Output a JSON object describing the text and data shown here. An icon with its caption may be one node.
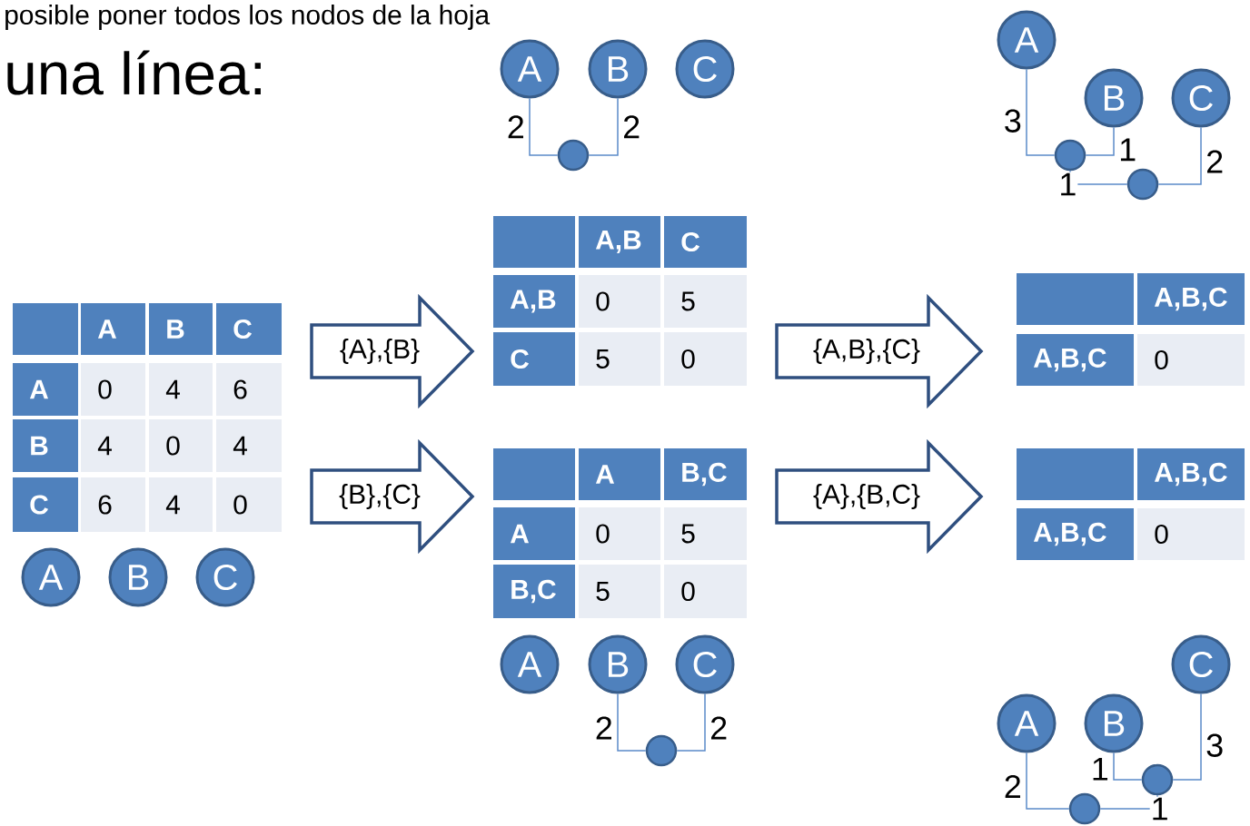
{
  "diagram": {
    "nodes": [
      {
        "text": [
          "A"
        ]
      },
      {
        "text": [
          "B"
        ]
      },
      {
        "text": [
          "C"
        ]
      },
      {
        "text": [],
        "shape": "circle"
      },
      {
        "text": [
          "A"
        ]
      },
      {
        "text": [
          "B"
        ]
      },
      {
        "text": [
          "C"
        ]
      },
      {
        "text": [],
        "shape": "circle"
      },
      {
        "text": [],
        "shape": "circle"
      },
      {
        "text": [
          "A"
        ]
      },
      {
        "text": [
          "B"
        ]
      },
      {
        "text": [
          "C"
        ]
      },
      {
        "text": [
          "{A},{B}"
        ]
      },
      {
        "text": [
          "{B},{C}"
        ]
      },
      {
        "text": [
          "{A,B},{C}"
        ]
      },
      {
        "text": [
          "{A},{B,C}"
        ]
      },
      {
        "text": [
          "A"
        ]
      },
      {
        "text": [
          "B"
        ]
      },
      {
        "text": [
          "C"
        ]
      },
      {
        "text": [],
        "shape": "circle"
      },
      {
        "text": [
          "A"
        ]
      },
      {
        "text": [
          "B"
        ]
      },
      {
        "text": [
          "C"
        ]
      },
      {
        "text": [],
        "shape": "circle"
      },
      {
        "text": [],
        "shape": "circle"
      }
    ],
    "edges": [
      {
        "from": 0,
        "to": 3,
        "arrow": "none",
        "label": "2"
      },
      {
        "from": 1,
        "to": 3,
        "arrow": "none",
        "label": "2"
      },
      {
        "from": 4,
        "to": 7,
        "arrow": "none",
        "label": "3"
      },
      {
        "from": 5,
        "to": 7,
        "arrow": "none",
        "label": "1"
      },
      {
        "from": 7,
        "to": 8,
        "arrow": "none",
        "label": "1"
      },
      {
        "from": 6,
        "to": 8,
        "arrow": "none",
        "label": "2"
      },
      {
        "from": 17,
        "to": 19,
        "arrow": "none",
        "label": "2"
      },
      {
        "from": 18,
        "to": 19,
        "arrow": "none",
        "label": "2"
      },
      {
        "from": 21,
        "to": 23,
        "arrow": "none",
        "label": "1"
      },
      {
        "from": 22,
        "to": 23,
        "arrow": "none",
        "label": "3"
      },
      {
        "from": 20,
        "to": 24,
        "arrow": "none",
        "label": "2"
      },
      {
        "from": 23,
        "to": 24,
        "arrow": "none",
        "label": "1"
      }
    ],
    "labels": [
      "posible poner todos los nodos de la hoja",
      "una línea:",
      "A",
      "B",
      "C",
      "A",
      "0",
      "4",
      "6",
      "B",
      "4",
      "0",
      "4",
      "C",
      "6",
      "4",
      "0",
      "A,B",
      "C",
      "A,B",
      "0",
      "5",
      "C",
      "5",
      "0",
      "A",
      "B,C",
      "A",
      "0",
      "5",
      "B,C",
      "5",
      "0",
      "A,B,C",
      "A,B,C",
      "0",
      "A,B,C",
      "A,B,C",
      "0"
    ]
  }
}
